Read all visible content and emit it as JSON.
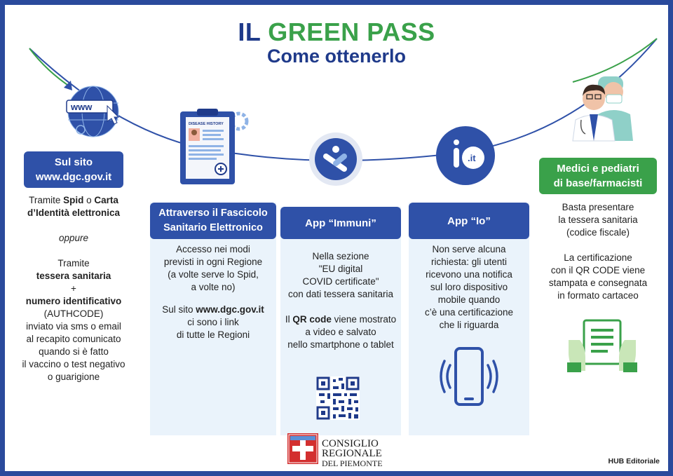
{
  "title": {
    "part1": "IL ",
    "part2": "GREEN PASS",
    "subtitle": "Come ottenerlo"
  },
  "col1": {
    "header_line1": "Sul sito",
    "header_line2": "www.dgc.gov.it",
    "globe_label": "www",
    "t1": "Tramite ",
    "t1b": "Spid",
    "t1c": " o ",
    "t1d": "Carta",
    "t2": "d’Identità elettronica",
    "oppure": "oppure",
    "t3": "Tramite",
    "t4": "tessera sanitaria",
    "t5": "+",
    "t6": "numero identificativo",
    "t7": "(AUTHCODE)",
    "t8": "inviato via sms o email",
    "t9": "al recapito comunicato",
    "t10": "quando si è fatto",
    "t11": "il vaccino o test negativo",
    "t12": "o guarigione"
  },
  "col2": {
    "header_line1": "Attraverso il Fascicolo",
    "header_line2": "Sanitario Elettronico",
    "doc_label": "DISEASE HISTORY",
    "t1": "Accesso nei modi",
    "t2": "previsti in ogni Regione",
    "t3": "(a volte serve lo Spid,",
    "t4": "a volte no)",
    "t5a": "Sul sito ",
    "t5b": "www.dgc.gov.it",
    "t6": "ci sono i link",
    "t7": "di tutte le Regioni"
  },
  "col3": {
    "header": "App “Immuni”",
    "t1": "Nella sezione",
    "t2": "\"EU digital",
    "t3": "COVID certificate\"",
    "t4": "con dati tessera sanitaria",
    "t5a": "Il ",
    "t5b": "QR code",
    "t5c": " viene mostrato",
    "t6": "a video e salvato",
    "t7": "nello smartphone o tablet"
  },
  "col4": {
    "header": "App “Io”",
    "app_label": ".it",
    "t1": "Non serve alcuna",
    "t2": "richiesta: gli utenti",
    "t3": "ricevono una notifica",
    "t4": "sul loro dispositivo",
    "t5": "mobile quando",
    "t6": "c’è una certificazione",
    "t7": "che li riguarda"
  },
  "col5": {
    "header_line1": "Medici e pediatri",
    "header_line2": "di base/farmacisti",
    "t1": "Basta presentare",
    "t2": "la tessera sanitaria",
    "t3": "(codice fiscale)",
    "t4": "La certificazione",
    "t5": "con il QR CODE viene",
    "t6": "stampata e consegnata",
    "t7": "in formato cartaceo"
  },
  "logo": {
    "line1": "CONSIGLIO",
    "line2": "REGIONALE",
    "line3": "DEL PIEMONTE"
  },
  "credit": "HUB Editoriale",
  "colors": {
    "navy": "#1f3a8a",
    "blue": "#2f51a8",
    "green": "#3aa14a",
    "panel": "#eaf3fb"
  }
}
